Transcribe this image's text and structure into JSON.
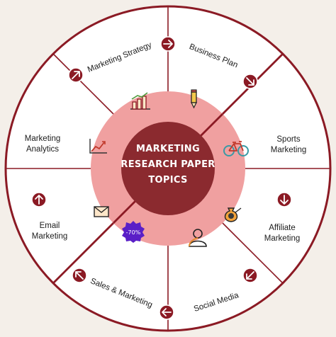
{
  "center": {
    "title_lines": [
      "MARKETING",
      "RESEARCH PAPER",
      "TOPICS"
    ]
  },
  "topics": [
    "Marketing Strategy",
    "Business Plan",
    "Sports Marketing",
    "Affiliate Marketing",
    "Social Media",
    "Sales & Marketing",
    "Email Marketing",
    "Marketing Analytics"
  ],
  "badge": "-70%",
  "colors": {
    "background": "#f4efe9",
    "outer_ring": "#ffffff",
    "border": "#8b1a24",
    "inner_ring": "#f0a0a0",
    "center_disk": "#8b2a2f",
    "title_text": "#ffffff",
    "arrow_button": "#8b1a24"
  },
  "icons": [
    "bar-chart-icon",
    "pencil-icon",
    "bicycle-icon",
    "money-bag-icon",
    "user-icon",
    "discount-badge-icon",
    "envelope-icon",
    "line-chart-icon"
  ],
  "arrow_directions": [
    "right",
    "down-right",
    "down",
    "down-left",
    "left",
    "up-left",
    "up",
    "up-right"
  ]
}
